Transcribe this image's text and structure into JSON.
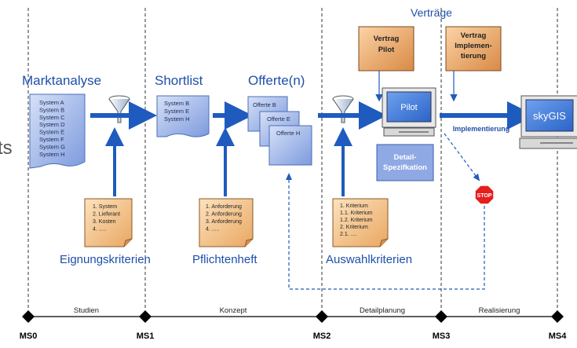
{
  "phases": {
    "marktanalyse": "Marktanalyse",
    "shortlist": "Shortlist",
    "offerten": "Offerte(n)",
    "vertraege": "Verträge",
    "partial_left": "ts"
  },
  "doc_marktanalyse": [
    "System A",
    "System B",
    "System C",
    "System D",
    "System E",
    "System F",
    "System G",
    "System H"
  ],
  "doc_shortlist": [
    "System B",
    "System E",
    "System H"
  ],
  "offerte_pages": [
    "Offerte B",
    "Offerte E",
    "Offerte H"
  ],
  "vertrag_pilot": [
    "Vertrag",
    "Pilot"
  ],
  "vertrag_impl": [
    "Vertrag",
    "Implemen-",
    "tierung"
  ],
  "detail_spez": [
    "Detail-",
    "Spezifkation"
  ],
  "pilot_label": "Pilot",
  "skygis_label": "skyGIS",
  "implementierung_label": "Implementierung",
  "stop_label": "STOP",
  "note_eignung": [
    "1. System",
    "2. Lieferant",
    "3. Kosten",
    "4. ....."
  ],
  "note_pflicht": [
    "1. Anforderung",
    "2. Anforderung",
    "3. Anforderung",
    "4. ....."
  ],
  "note_auswahl": [
    "1. Kriterium",
    "1.1. Kriterium",
    "1.2. Kriterium",
    "2. Kriterium",
    "2.1. ...."
  ],
  "criteria_labels": {
    "eignung": "Eignungskriterien",
    "pflicht": "Pflichtenheft",
    "auswahl": "Auswahlkriterien"
  },
  "timeline": {
    "phases": [
      "Studien",
      "Konzept",
      "Detailplanung",
      "Realisierung"
    ],
    "milestones": [
      "MS0",
      "MS1",
      "MS2",
      "MS3",
      "MS4"
    ]
  },
  "colors": {
    "blue_text": "#1f4fa8",
    "arrow_blue": "#1f5bbf",
    "doc_blue": "#9fb6e8",
    "note_orange": "#f5c48e",
    "vertrag_fill": "#f0b574",
    "detail_fill": "#8fa9e4",
    "stop_red": "#e51e1e"
  }
}
